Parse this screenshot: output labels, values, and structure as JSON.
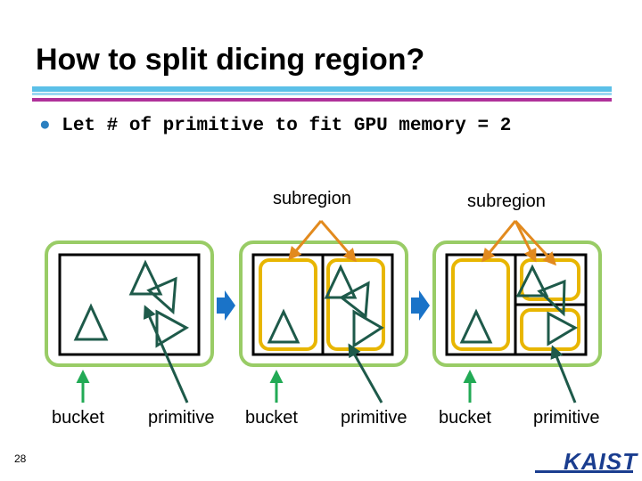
{
  "slide": {
    "title": "How to split dicing region?",
    "bullet": "Let # of primitive to fit GPU memory = 2",
    "bullet_marker": "●",
    "page_number": "28",
    "logo": "KAIST"
  },
  "labels": {
    "subregion_1": "subregion",
    "subregion_2": "subregion",
    "bucket_1": "bucket",
    "primitive_1": "primitive",
    "bucket_2": "bucket",
    "primitive_2": "primitive",
    "bucket_3": "bucket",
    "primitive_3": "primitive"
  },
  "colors": {
    "region_outline": "#99cc66",
    "bucket": "#e8b600",
    "arrow_orange": "#e28a1e",
    "arrow_green": "#22aa55",
    "arrow_teal": "#1e5a4a",
    "triangle": "#1e5a4a",
    "step_arrow": "#1a73c8",
    "title_bar_blue": "#5bc0e8",
    "title_bar_magenta": "#b0309a",
    "logo": "#1a3d8f"
  }
}
